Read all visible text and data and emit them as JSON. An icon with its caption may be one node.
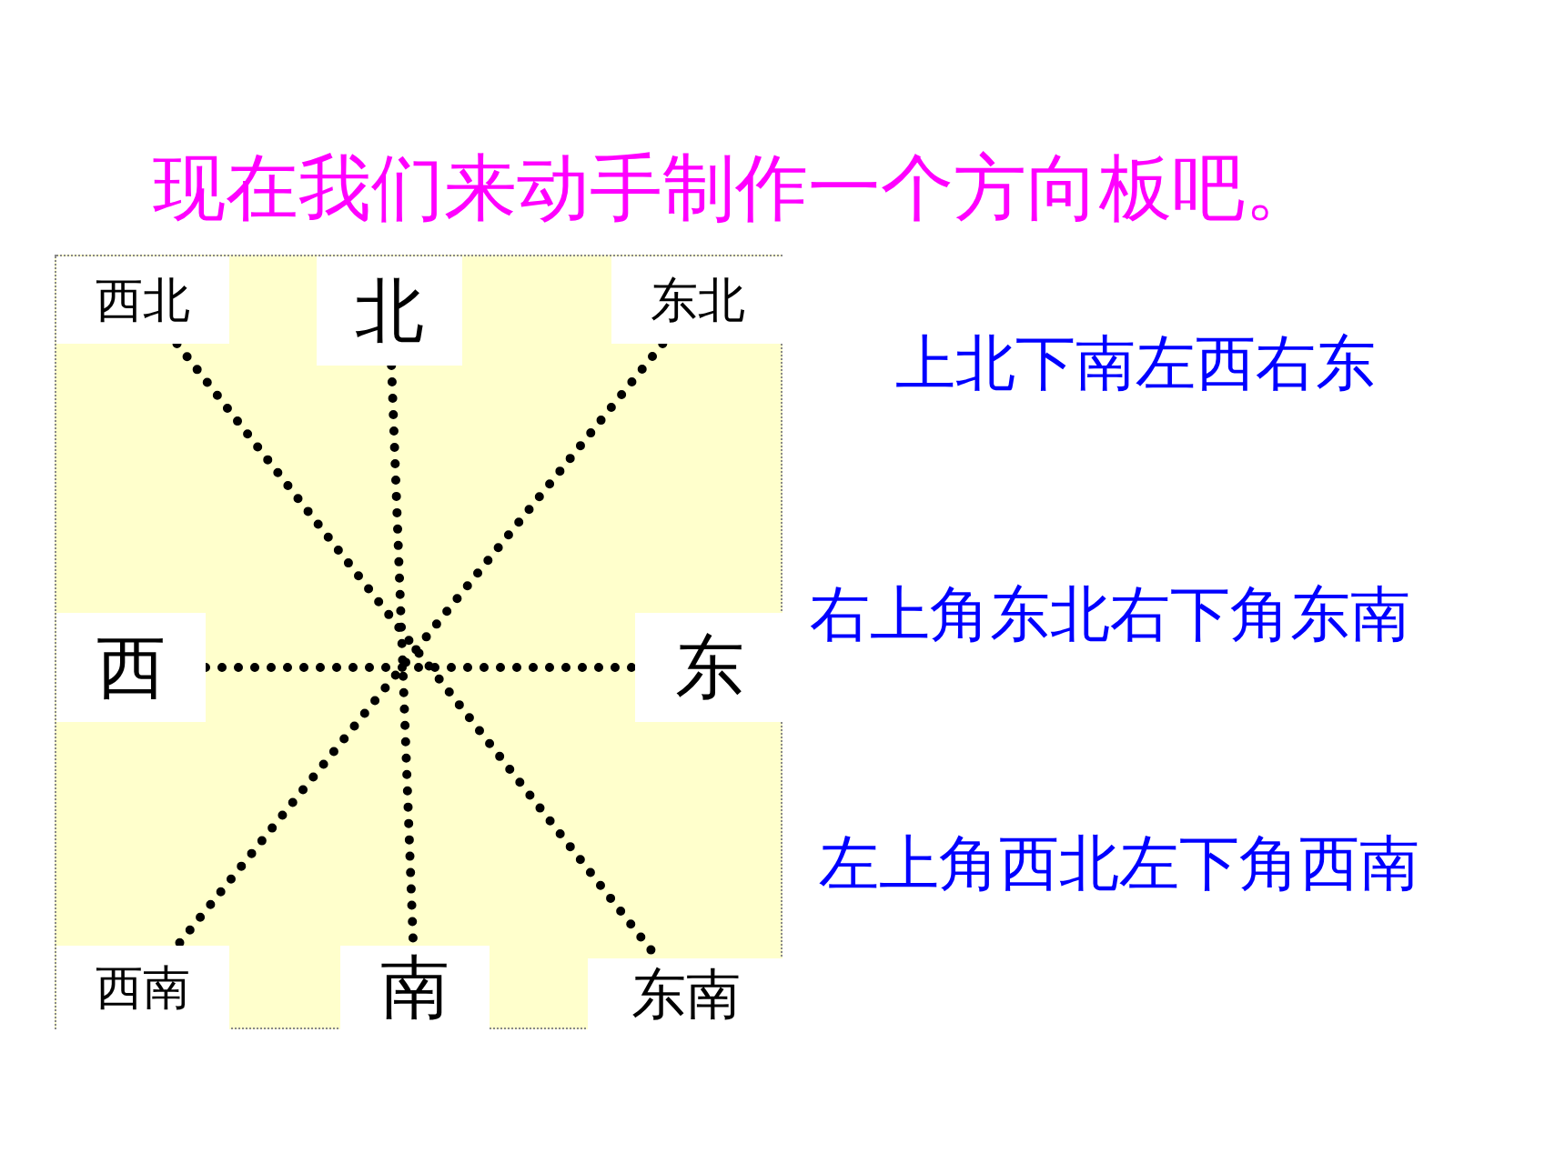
{
  "diagram": {
    "title": "现在我们来动手制作一个方向板吧。",
    "nodes": [
      {
        "text": [],
        "shape": "box"
      },
      {
        "text": [
          "西北"
        ],
        "in": 0
      },
      {
        "text": [
          "北"
        ],
        "in": 0
      },
      {
        "text": [
          "东北"
        ],
        "in": 0
      },
      {
        "text": [
          "西"
        ],
        "in": 0
      },
      {
        "text": [
          "东"
        ],
        "in": 0
      },
      {
        "text": [
          "西南"
        ],
        "in": 0
      },
      {
        "text": [
          "南"
        ],
        "in": 0
      },
      {
        "text": [
          "东南"
        ],
        "in": 0
      }
    ],
    "edges": [
      {
        "from": 1,
        "to": 8,
        "arrow": "none",
        "style": "dashed"
      },
      {
        "from": 2,
        "to": 7,
        "arrow": "none",
        "style": "dashed"
      },
      {
        "from": 3,
        "to": 6,
        "arrow": "none",
        "style": "dashed"
      },
      {
        "from": 4,
        "to": 5,
        "arrow": "none",
        "style": "dashed"
      }
    ],
    "labels": [
      "上北下南左西右东",
      "右上角东北右下角东南",
      "左上角西北左下角西南"
    ]
  }
}
